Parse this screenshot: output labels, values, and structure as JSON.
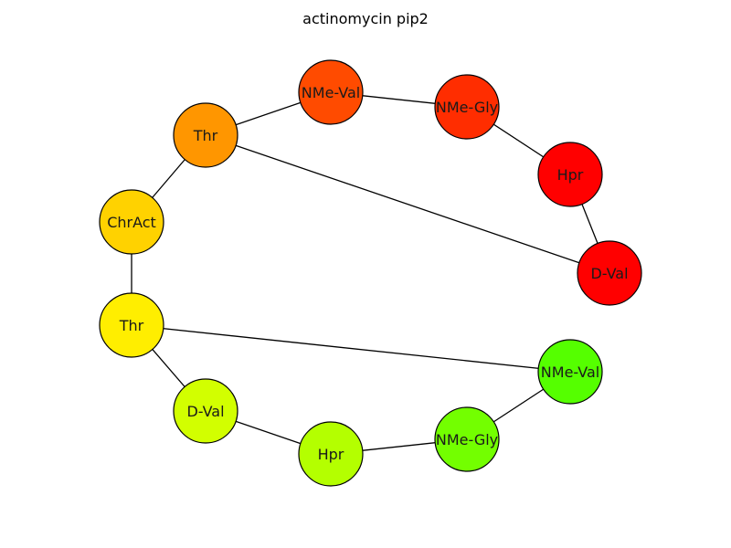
{
  "title": "actinomycin pip2",
  "nodes": [
    {
      "id": "n0",
      "label": "NMe-Val",
      "color": "#ff4b00"
    },
    {
      "id": "n1",
      "label": "NMe-Gly",
      "color": "#ff2d00"
    },
    {
      "id": "n2",
      "label": "Hpr",
      "color": "#ff0000"
    },
    {
      "id": "n3",
      "label": "D-Val",
      "color": "#ff0000"
    },
    {
      "id": "n4",
      "label": "Thr",
      "color": "#ff9600"
    },
    {
      "id": "n5",
      "label": "ChrAct",
      "color": "#ffd200"
    },
    {
      "id": "n6",
      "label": "Thr",
      "color": "#ffee00"
    },
    {
      "id": "n7",
      "label": "D-Val",
      "color": "#d2ff00"
    },
    {
      "id": "n8",
      "label": "Hpr",
      "color": "#b4ff00"
    },
    {
      "id": "n9",
      "label": "NMe-Gly",
      "color": "#73ff00"
    },
    {
      "id": "n10",
      "label": "NMe-Val",
      "color": "#55ff00"
    }
  ],
  "edges": [
    [
      "n4",
      "n0"
    ],
    [
      "n0",
      "n1"
    ],
    [
      "n1",
      "n2"
    ],
    [
      "n2",
      "n3"
    ],
    [
      "n4",
      "n3"
    ],
    [
      "n5",
      "n4"
    ],
    [
      "n5",
      "n6"
    ],
    [
      "n6",
      "n10"
    ],
    [
      "n6",
      "n7"
    ],
    [
      "n7",
      "n8"
    ],
    [
      "n8",
      "n9"
    ],
    [
      "n9",
      "n10"
    ]
  ]
}
